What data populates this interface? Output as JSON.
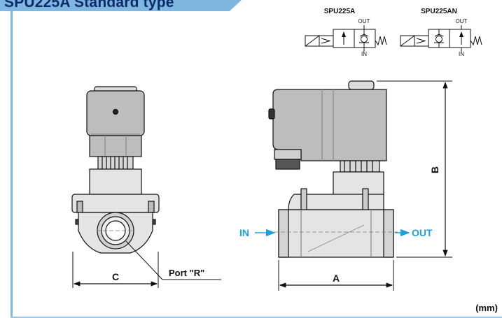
{
  "header": {
    "title": "SPU225A Standard type"
  },
  "symbols": [
    {
      "title": "SPU225A",
      "out_label": "OUT",
      "in_label": "IN"
    },
    {
      "title": "SPU225AN",
      "out_label": "OUT",
      "in_label": "IN"
    }
  ],
  "dimensions": {
    "a": "A",
    "b": "B",
    "c": "C"
  },
  "port_label": "Port \"R\"",
  "flow": {
    "in": "IN",
    "out": "OUT"
  },
  "unit": "(mm)",
  "colors": {
    "accent": "#7fb7e0",
    "title": "#0b2a6b",
    "flow_arrow": "#1ea0dc",
    "body": "#dedede",
    "coil": "#b7b7b7"
  }
}
